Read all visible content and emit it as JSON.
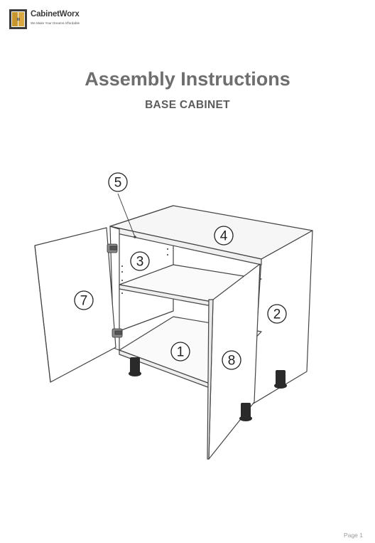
{
  "header": {
    "brand_name": "CabinetWorx",
    "tagline": "We Make Your Dreams Affordable",
    "logo_colors": {
      "frame": "#3a3a3a",
      "wood": "#c8962e"
    }
  },
  "title": "Assembly Instructions",
  "subtitle": "BASE CABINET",
  "diagram": {
    "callouts": [
      {
        "id": "1",
        "label": "1"
      },
      {
        "id": "2",
        "label": "2"
      },
      {
        "id": "3",
        "label": "3"
      },
      {
        "id": "4",
        "label": "4"
      },
      {
        "id": "5",
        "label": "5"
      },
      {
        "id": "7",
        "label": "7"
      },
      {
        "id": "8",
        "label": "8"
      }
    ]
  },
  "footer": {
    "page_label": "Page 1"
  }
}
